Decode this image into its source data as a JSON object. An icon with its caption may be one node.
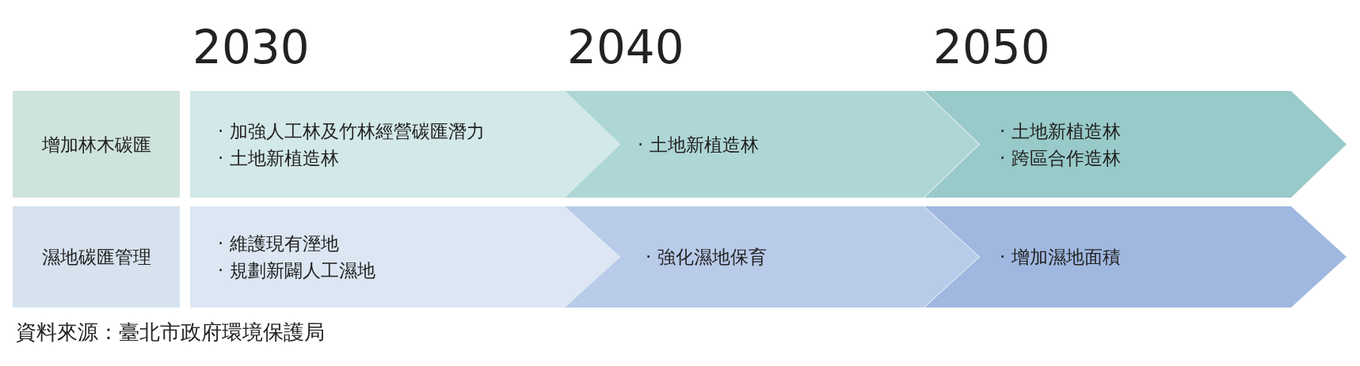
{
  "diagram": {
    "caption": "資料來源：臺北市政府環境保護局",
    "nodes": [
      {
        "text": [
          "增加林木碳匯"
        ]
      },
      {
        "text": [
          "· 加強人工林及竹林經營碳匯潛力",
          "· 土地新植造林"
        ]
      },
      {
        "text": [
          "· 土地新植造林"
        ]
      },
      {
        "text": [
          "· 土地新植造林",
          "· 跨區合作造林"
        ]
      },
      {
        "text": [
          "濕地碳匯管理"
        ]
      },
      {
        "text": [
          "· 維護現有溼地",
          "· 規劃新闢人工濕地"
        ]
      },
      {
        "text": [
          "· 強化濕地保育"
        ]
      },
      {
        "text": [
          "· 增加濕地面積"
        ]
      }
    ],
    "labels": [
      "2030",
      "2040",
      "2050"
    ]
  }
}
